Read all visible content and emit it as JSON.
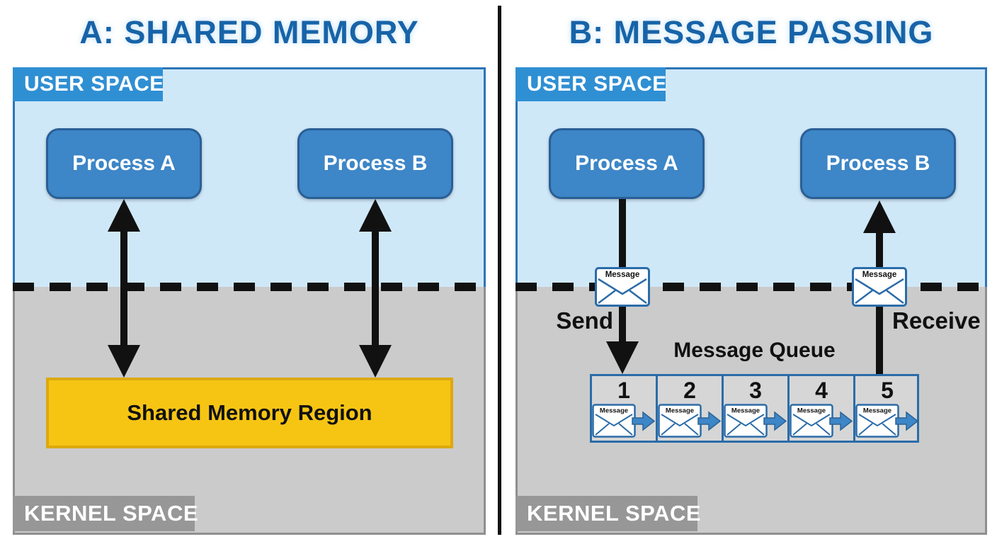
{
  "panels": {
    "a": {
      "title": "A: SHARED MEMORY",
      "user_space_label": "USER SPACE",
      "kernel_space_label": "KERNEL SPACE",
      "process_a_label": "Process A",
      "process_b_label": "Process B",
      "shared_memory_label": "Shared Memory Region"
    },
    "b": {
      "title": "B: MESSAGE PASSING",
      "user_space_label": "USER SPACE",
      "kernel_space_label": "KERNEL SPACE",
      "process_a_label": "Process A",
      "process_b_label": "Process B",
      "send_label": "Send",
      "receive_label": "Receive",
      "send_envelope_label": "Message",
      "receive_envelope_label": "Message",
      "queue_title": "Message Queue",
      "queue_slots": [
        {
          "number": "1",
          "envelope_label": "Message"
        },
        {
          "number": "2",
          "envelope_label": "Message"
        },
        {
          "number": "3",
          "envelope_label": "Message"
        },
        {
          "number": "4",
          "envelope_label": "Message"
        },
        {
          "number": "5",
          "envelope_label": "Message"
        }
      ]
    }
  },
  "colors": {
    "title_blue": "#1763a8",
    "user_space_fill": "#cfe8f8",
    "user_space_border": "#2e75b6",
    "user_tab_fill": "#2f8fd3",
    "process_fill": "#3d86c7",
    "process_border": "#2a5f96",
    "kernel_fill": "#cbcbcb",
    "kernel_tab_fill": "#979797",
    "shared_memory_fill": "#f6c514",
    "shared_memory_border": "#dca90f",
    "arrow_black": "#111111",
    "queue_border": "#2b6ca8",
    "envelope_arrow_fill": "#3d86c7"
  }
}
